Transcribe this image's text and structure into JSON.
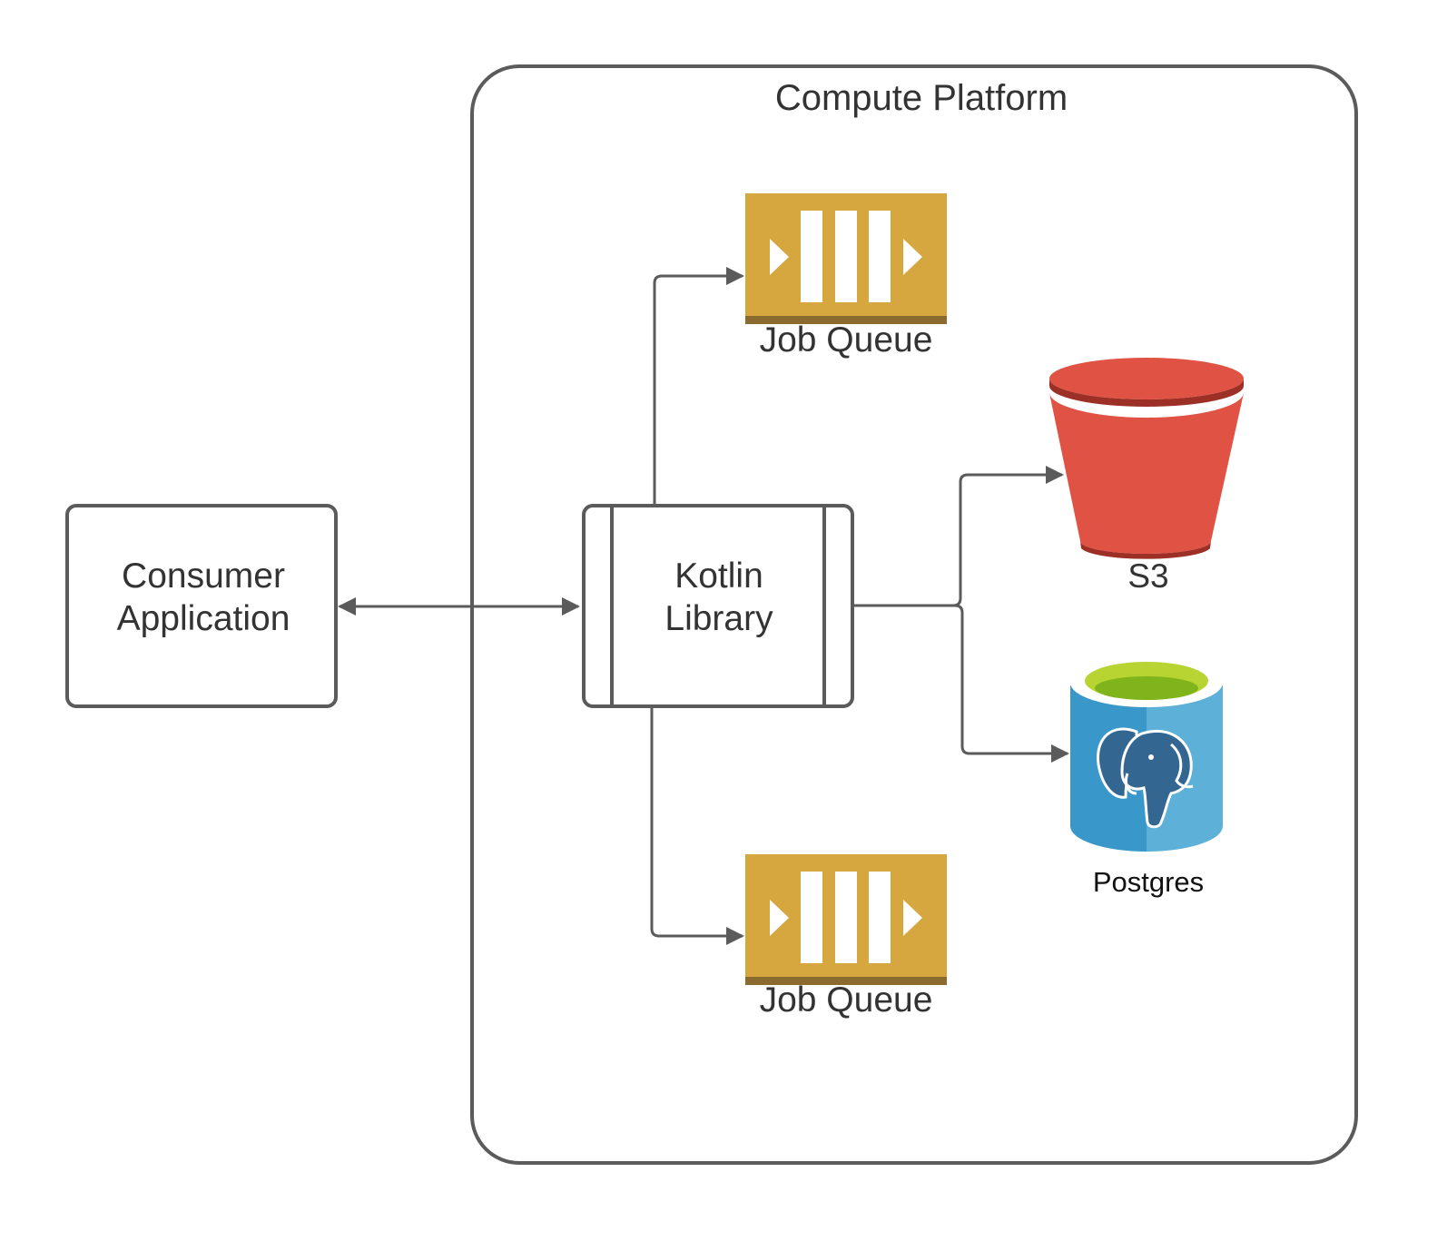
{
  "container": {
    "title": "Compute Platform"
  },
  "nodes": {
    "consumer": {
      "line1": "Consumer",
      "line2": "Application"
    },
    "kotlin": {
      "line1": "Kotlin",
      "line2": "Library"
    },
    "queue_top": {
      "label": "Job Queue",
      "icon": "queue-icon"
    },
    "queue_bottom": {
      "label": "Job Queue",
      "icon": "queue-icon"
    },
    "s3": {
      "label": "S3",
      "icon": "s3-bucket-icon"
    },
    "postgres": {
      "label": "Postgres",
      "icon": "postgres-database-icon"
    }
  },
  "edges": [
    {
      "from": "Consumer Application",
      "to": "Kotlin Library",
      "bidirectional": true
    },
    {
      "from": "Kotlin Library",
      "to": "Job Queue (top)"
    },
    {
      "from": "Kotlin Library",
      "to": "Job Queue (bottom)"
    },
    {
      "from": "Kotlin Library",
      "to": "S3"
    },
    {
      "from": "Kotlin Library",
      "to": "Postgres"
    }
  ],
  "colors": {
    "stroke": "#5b5b5b",
    "queue": "#d6a73f",
    "queue_base": "#8b6a2f",
    "s3": "#e05243",
    "s3_dark": "#9c2f26",
    "postgres_left": "#3a97c9",
    "postgres_right": "#5db1d8",
    "postgres_top": "#b7d433",
    "elephant": "#336791"
  }
}
